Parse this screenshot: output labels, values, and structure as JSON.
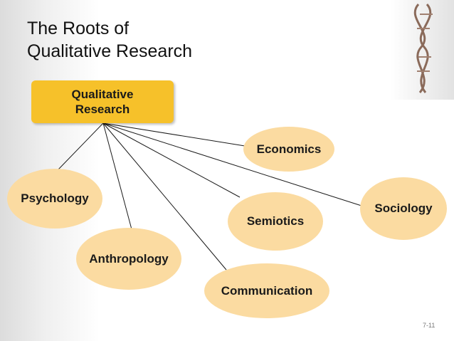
{
  "slide": {
    "title_line1": "The Roots of",
    "title_line2": "Qualitative Research",
    "page_number": "7-11"
  },
  "diagram": {
    "root": {
      "line1": "Qualitative",
      "line2": "Research"
    },
    "branches": [
      "Economics",
      "Psychology",
      "Sociology",
      "Semiotics",
      "Anthropology",
      "Communication"
    ]
  },
  "colors": {
    "root_fill": "#f6c12a",
    "node_fill": "#fbdba1",
    "line": "#1a1a1a"
  }
}
